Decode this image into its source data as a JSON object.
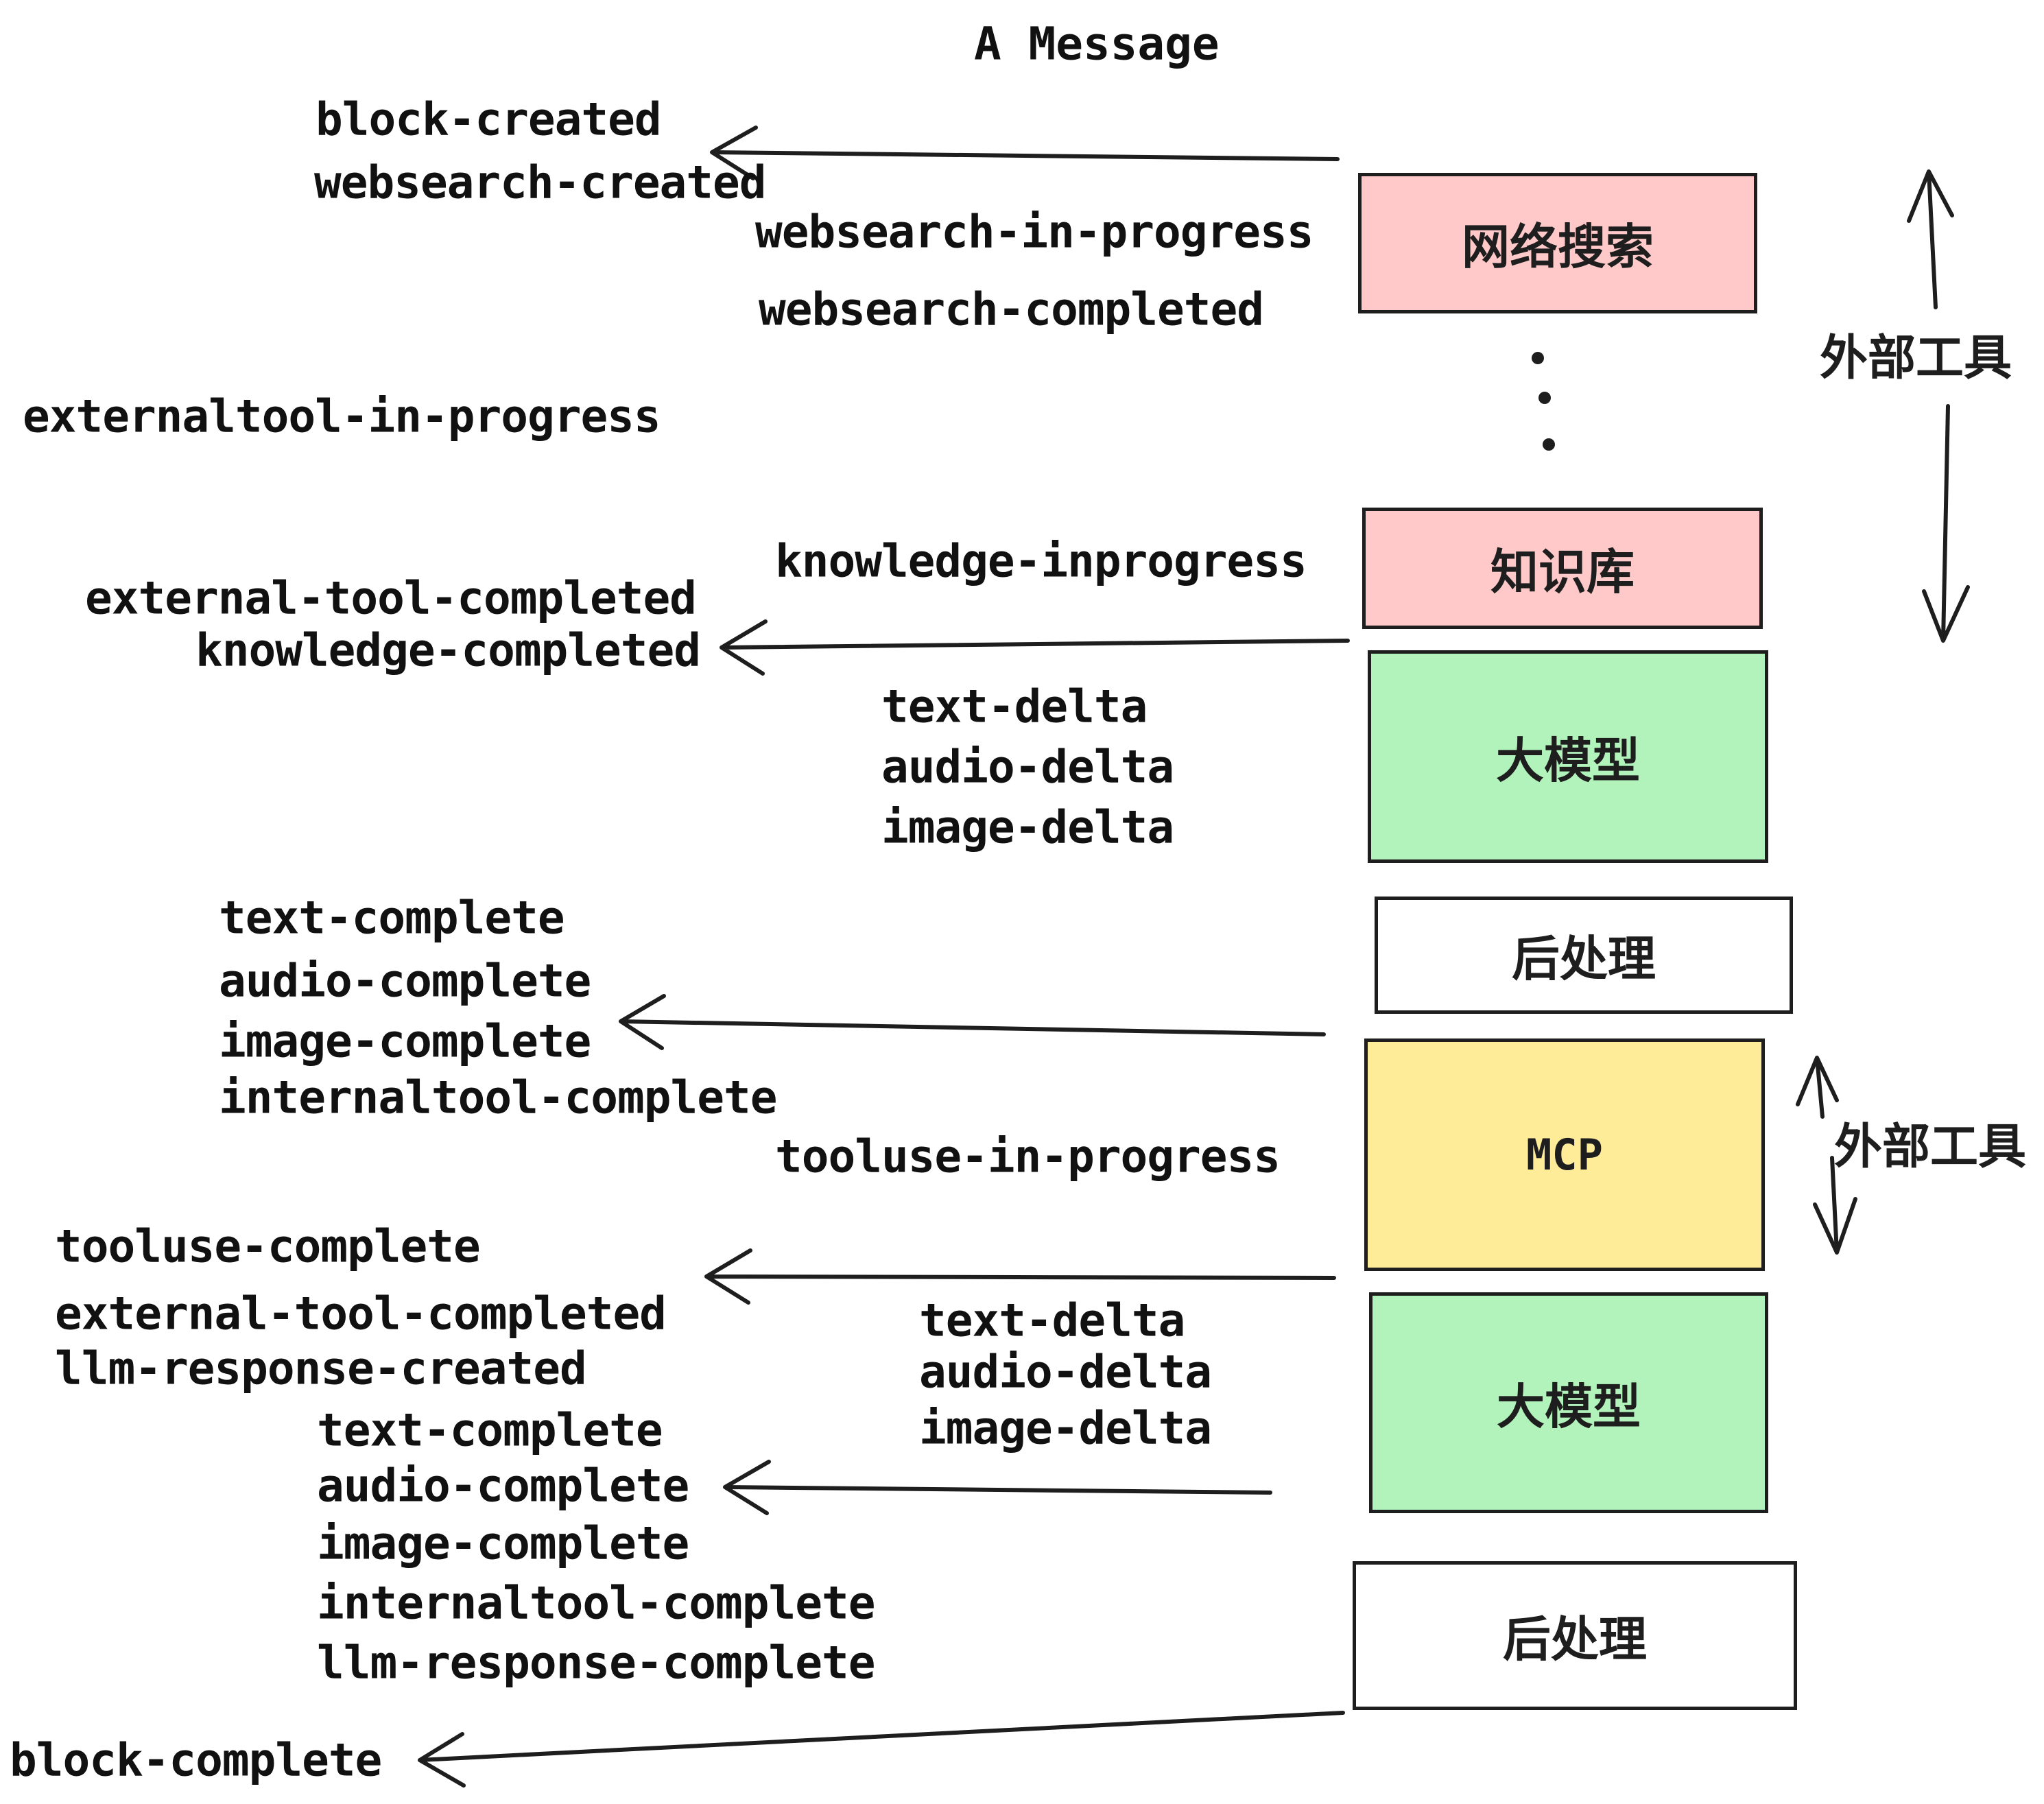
{
  "title": "A Message",
  "colors": {
    "stroke": "#1e1e1e",
    "text": "#111111",
    "pink": "#ffc9c9",
    "green": "#b2f2bb",
    "yellow": "#ffec99",
    "white": "#ffffff",
    "background": "#ffffff"
  },
  "events": {
    "block_created": "block-created",
    "websearch_created": "websearch-created",
    "websearch_in_progress": "websearch-in-progress",
    "websearch_completed": "websearch-completed",
    "externaltool_in_progress": "externaltool-in-progress",
    "knowledge_inprogress": "knowledge-inprogress",
    "external_tool_completed": "external-tool-completed",
    "knowledge_completed": "knowledge-completed",
    "text_delta_1": "text-delta",
    "audio_delta_1": "audio-delta",
    "image_delta_1": "image-delta",
    "text_complete_1": "text-complete",
    "audio_complete_1": "audio-complete",
    "image_complete_1": "image-complete",
    "internaltool_complete_1": "internaltool-complete",
    "tooluse_in_progress": "tooluse-in-progress",
    "tooluse_complete": "tooluse-complete",
    "external_tool_completed_2": "external-tool-completed",
    "llm_response_created": "llm-response-created",
    "text_delta_2": "text-delta",
    "audio_delta_2": "audio-delta",
    "image_delta_2": "image-delta",
    "text_complete_2": "text-complete",
    "audio_complete_2": "audio-complete",
    "image_complete_2": "image-complete",
    "internaltool_complete_2": "internaltool-complete",
    "llm_response_complete": "llm-response-complete",
    "block_complete": "block-complete"
  },
  "boxes": [
    {
      "id": "websearch",
      "label": "网络搜索",
      "color": "#ffc9c9"
    },
    {
      "id": "knowledge",
      "label": "知识库",
      "color": "#ffc9c9"
    },
    {
      "id": "llm-1",
      "label": "大模型",
      "color": "#b2f2bb"
    },
    {
      "id": "postprocess-1",
      "label": "后处理",
      "color": "#ffffff"
    },
    {
      "id": "mcp",
      "label": "MCP",
      "color": "#ffec99"
    },
    {
      "id": "llm-2",
      "label": "大模型",
      "color": "#b2f2bb"
    },
    {
      "id": "postprocess-2",
      "label": "后处理",
      "color": "#ffffff"
    }
  ],
  "side_labels": {
    "external_tools_top": "外部工具",
    "external_tools_bottom": "外部工具"
  }
}
